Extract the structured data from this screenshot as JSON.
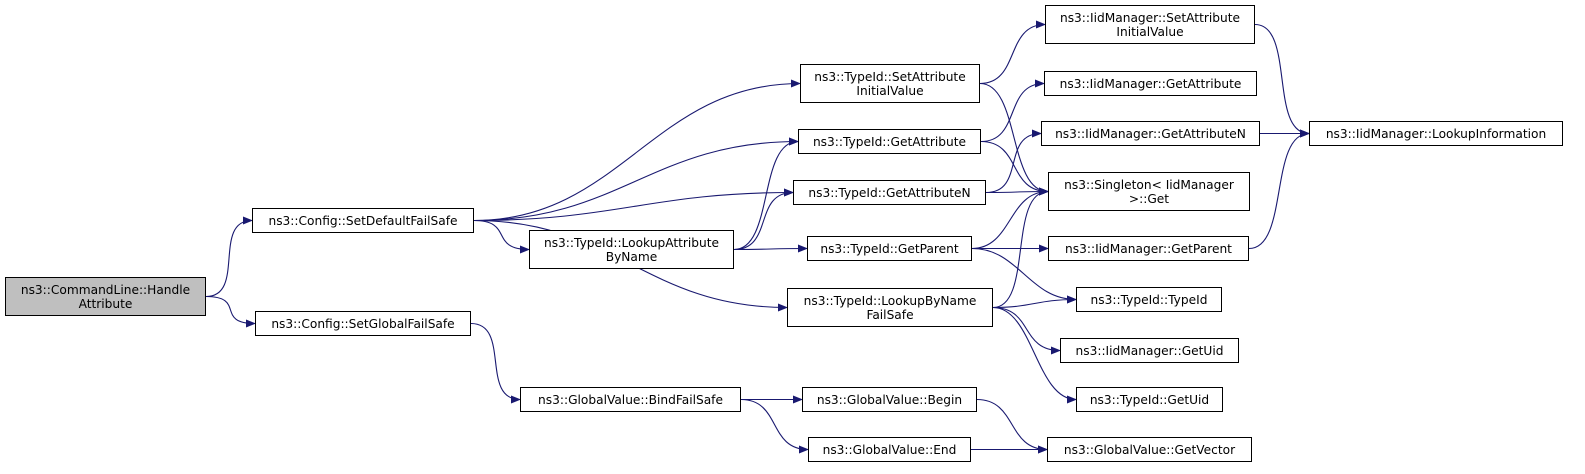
{
  "colors": {
    "edge": "#191970",
    "root_fill": "#bfbfbf",
    "node_fill": "#ffffff",
    "border": "#000000"
  },
  "nodes": {
    "handle_attribute": {
      "label": "ns3::CommandLine::Handle\nAttribute"
    },
    "set_default_failsafe": {
      "label": "ns3::Config::SetDefaultFailSafe"
    },
    "set_global_failsafe": {
      "label": "ns3::Config::SetGlobalFailSafe"
    },
    "typeid_set_attr_initial": {
      "label": "ns3::TypeId::SetAttribute\nInitialValue"
    },
    "typeid_get_attribute": {
      "label": "ns3::TypeId::GetAttribute"
    },
    "typeid_get_attribute_n": {
      "label": "ns3::TypeId::GetAttributeN"
    },
    "typeid_lookup_attr_byname": {
      "label": "ns3::TypeId::LookupAttribute\nByName"
    },
    "typeid_get_parent": {
      "label": "ns3::TypeId::GetParent"
    },
    "typeid_lookup_byname_fs": {
      "label": "ns3::TypeId::LookupByName\nFailSafe"
    },
    "globalvalue_bind_fs": {
      "label": "ns3::GlobalValue::BindFailSafe"
    },
    "globalvalue_begin": {
      "label": "ns3::GlobalValue::Begin"
    },
    "globalvalue_end": {
      "label": "ns3::GlobalValue::End"
    },
    "iid_set_attr_initial": {
      "label": "ns3::IidManager::SetAttribute\nInitialValue"
    },
    "iid_get_attribute": {
      "label": "ns3::IidManager::GetAttribute"
    },
    "iid_get_attribute_n": {
      "label": "ns3::IidManager::GetAttributeN"
    },
    "singleton_get": {
      "label": "ns3::Singleton< IidManager\n>::Get"
    },
    "iid_get_parent": {
      "label": "ns3::IidManager::GetParent"
    },
    "typeid_typeid": {
      "label": "ns3::TypeId::TypeId"
    },
    "iid_get_uid": {
      "label": "ns3::IidManager::GetUid"
    },
    "typeid_get_uid": {
      "label": "ns3::TypeId::GetUid"
    },
    "globalvalue_get_vector": {
      "label": "ns3::GlobalValue::GetVector"
    },
    "iid_lookup_information": {
      "label": "ns3::IidManager::LookupInformation"
    }
  },
  "edges": [
    [
      "handle_attribute",
      "set_default_failsafe"
    ],
    [
      "handle_attribute",
      "set_global_failsafe"
    ],
    [
      "set_default_failsafe",
      "typeid_set_attr_initial"
    ],
    [
      "set_default_failsafe",
      "typeid_get_attribute"
    ],
    [
      "set_default_failsafe",
      "typeid_get_attribute_n"
    ],
    [
      "set_default_failsafe",
      "typeid_lookup_attr_byname"
    ],
    [
      "set_default_failsafe",
      "typeid_lookup_byname_fs"
    ],
    [
      "set_global_failsafe",
      "globalvalue_bind_fs"
    ],
    [
      "typeid_set_attr_initial",
      "iid_set_attr_initial"
    ],
    [
      "typeid_set_attr_initial",
      "singleton_get"
    ],
    [
      "typeid_get_attribute",
      "iid_get_attribute"
    ],
    [
      "typeid_get_attribute",
      "singleton_get"
    ],
    [
      "typeid_get_attribute_n",
      "iid_get_attribute_n"
    ],
    [
      "typeid_get_attribute_n",
      "singleton_get"
    ],
    [
      "typeid_lookup_attr_byname",
      "typeid_get_attribute"
    ],
    [
      "typeid_lookup_attr_byname",
      "typeid_get_attribute_n"
    ],
    [
      "typeid_lookup_attr_byname",
      "typeid_get_parent"
    ],
    [
      "typeid_get_parent",
      "iid_get_parent"
    ],
    [
      "typeid_get_parent",
      "singleton_get"
    ],
    [
      "typeid_get_parent",
      "typeid_typeid"
    ],
    [
      "typeid_lookup_byname_fs",
      "singleton_get"
    ],
    [
      "typeid_lookup_byname_fs",
      "typeid_typeid"
    ],
    [
      "typeid_lookup_byname_fs",
      "iid_get_uid"
    ],
    [
      "typeid_lookup_byname_fs",
      "typeid_get_uid"
    ],
    [
      "globalvalue_bind_fs",
      "globalvalue_begin"
    ],
    [
      "globalvalue_bind_fs",
      "globalvalue_end"
    ],
    [
      "globalvalue_begin",
      "globalvalue_get_vector"
    ],
    [
      "globalvalue_end",
      "globalvalue_get_vector"
    ],
    [
      "iid_set_attr_initial",
      "iid_lookup_information"
    ],
    [
      "iid_get_attribute_n",
      "iid_lookup_information"
    ],
    [
      "iid_get_parent",
      "iid_lookup_information"
    ]
  ]
}
